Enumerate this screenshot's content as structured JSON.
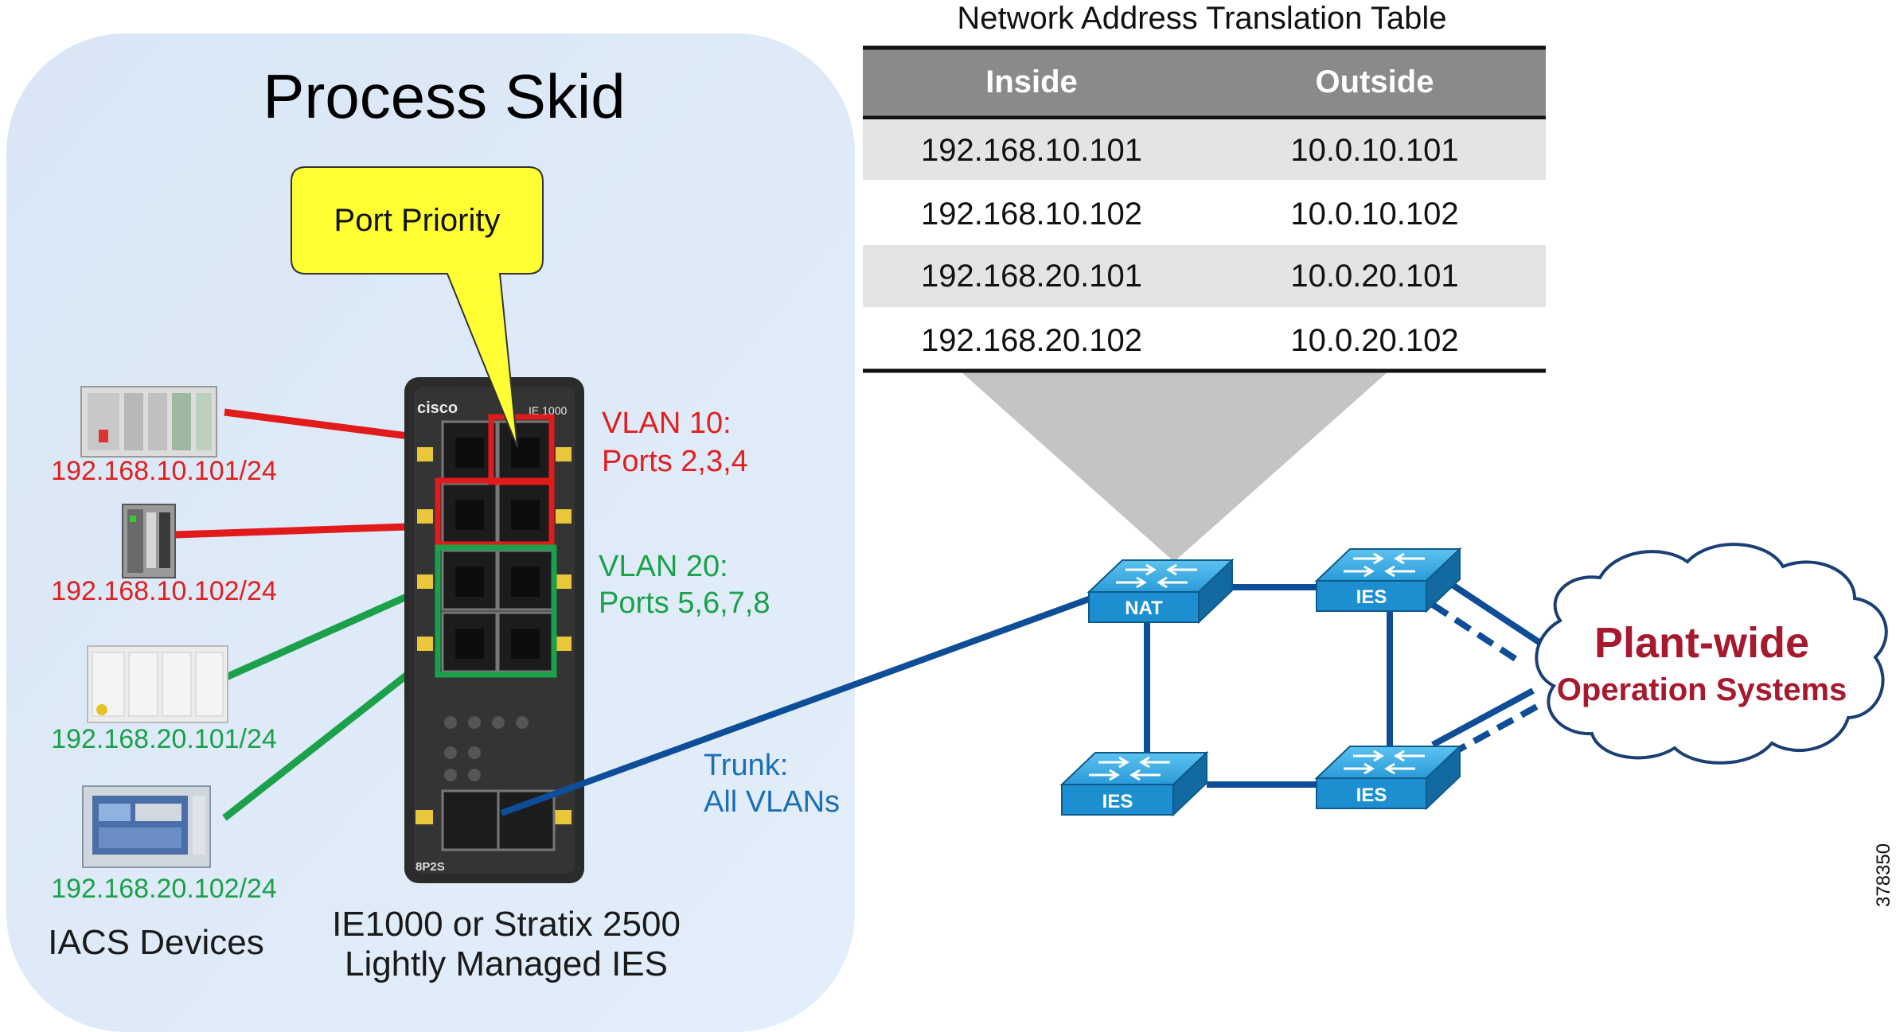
{
  "skid": {
    "title": "Process Skid",
    "callout": "Port Priority",
    "devices_label": "IACS Devices",
    "switch_caption": [
      "IE1000 or Stratix 2500",
      "Lightly Managed IES"
    ],
    "switch_brand": "cisco",
    "switch_model": "IE 1000",
    "switch_sku": "8P2S"
  },
  "devices": [
    {
      "ip": "192.168.10.101/24",
      "vlan": 10,
      "color": "#e02020"
    },
    {
      "ip": "192.168.10.102/24",
      "vlan": 10,
      "color": "#e02020"
    },
    {
      "ip": "192.168.20.101/24",
      "vlan": 20,
      "color": "#1aa14a"
    },
    {
      "ip": "192.168.20.102/24",
      "vlan": 20,
      "color": "#1aa14a"
    }
  ],
  "vlans": [
    {
      "line1": "VLAN 10:",
      "line2": "Ports 2,3,4",
      "color": "#e02020"
    },
    {
      "line1": "VLAN 20:",
      "line2": "Ports 5,6,7,8",
      "color": "#1aa14a"
    }
  ],
  "trunk": {
    "line1": "Trunk:",
    "line2": "All VLANs",
    "color": "#1a6fb5"
  },
  "nat_table": {
    "title": "Network Address Translation Table",
    "headers": [
      "Inside",
      "Outside"
    ],
    "rows": [
      [
        "192.168.10.101",
        "10.0.10.101"
      ],
      [
        "192.168.10.102",
        "10.0.10.102"
      ],
      [
        "192.168.20.101",
        "10.0.20.101"
      ],
      [
        "192.168.20.102",
        "10.0.20.102"
      ]
    ]
  },
  "switches": [
    "NAT",
    "IES",
    "IES",
    "IES"
  ],
  "cloud": {
    "line1": "Plant-wide",
    "line2": "Operation Systems"
  },
  "figure_id": "378350",
  "colors": {
    "skid_bg": "#dde9f7",
    "link_blue": "#0e4d97",
    "switch_blue": "#1d8fd0",
    "callout_yellow": "#ffff33",
    "table_header": "#8a8a8a"
  }
}
